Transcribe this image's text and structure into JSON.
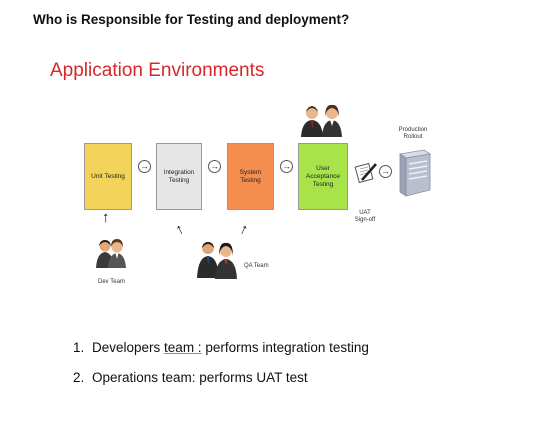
{
  "heading": "Who is Responsible for Testing and deployment?",
  "slide": {
    "title": "Application Environments",
    "stages": [
      {
        "label": "Unit Testing",
        "color": "#f4d35a"
      },
      {
        "label": "Integration\nTesting",
        "color": "#e6e6e6"
      },
      {
        "label": "System\nTesting",
        "color": "#f58d4e"
      },
      {
        "label": "User\nAcceptance\nTesting",
        "color": "#a8e34a"
      }
    ],
    "uat_signoff": "UAT\nSign-off",
    "production_rollout": "Production\nRollout",
    "qa_team": "QA Team",
    "dev_team": "Dev Team",
    "arrow_glyph": "→",
    "up_arrow_glyph": "↑"
  },
  "notes": {
    "item1_prefix": "Developers ",
    "item1_underlined": "team :",
    "item1_suffix": " performs integration testing",
    "item2": "Operations team: performs UAT test"
  }
}
